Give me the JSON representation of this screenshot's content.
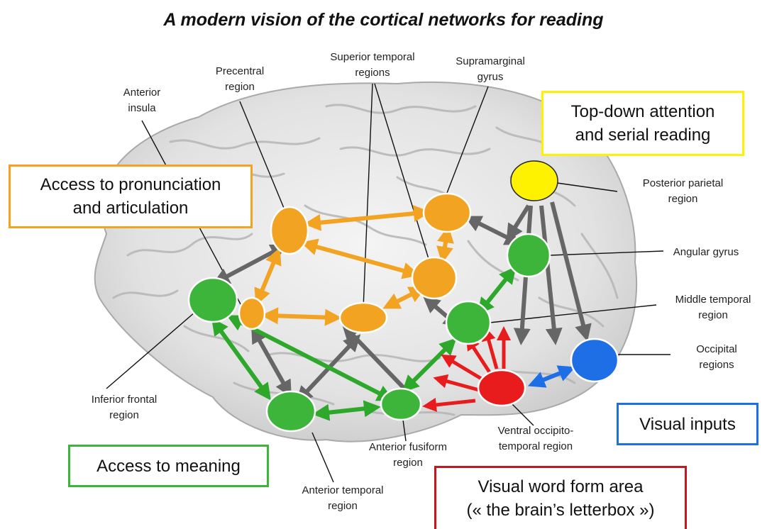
{
  "title": "A modern vision of the cortical networks for reading",
  "colors": {
    "pronunciation": "#F2A321",
    "meaning": "#3DB53A",
    "attention": "#FFF200",
    "visual_input": "#1E6FE6",
    "word_form": "#E81C1C",
    "connection": "#666666"
  },
  "boxes": {
    "pronunciation": {
      "line1": "Access to pronunciation",
      "line2": "and articulation"
    },
    "attention": {
      "line1": "Top-down attention",
      "line2": "and serial reading"
    },
    "meaning": {
      "line1": "Access to meaning"
    },
    "visual_inputs": {
      "line1": "Visual inputs"
    },
    "word_form": {
      "line1": "Visual word form area",
      "line2": "(« the brain’s letterbox »)"
    }
  },
  "labels": {
    "anterior_insula": {
      "line1": "Anterior",
      "line2": "insula"
    },
    "precentral": {
      "line1": "Precentral",
      "line2": "region"
    },
    "superior_temporal": {
      "line1": "Superior temporal",
      "line2": "regions"
    },
    "supramarginal": {
      "line1": "Supramarginal",
      "line2": "gyrus"
    },
    "posterior_parietal": {
      "line1": "Posterior parietal",
      "line2": "region"
    },
    "angular": {
      "line1": "Angular gyrus"
    },
    "middle_temporal": {
      "line1": "Middle temporal",
      "line2": "region"
    },
    "occipital": {
      "line1": "Occipital",
      "line2": "regions"
    },
    "inferior_frontal": {
      "line1": "Inferior frontal",
      "line2": "region"
    },
    "anterior_temporal": {
      "line1": "Anterior temporal",
      "line2": "region"
    },
    "anterior_fusiform": {
      "line1": "Anterior fusiform",
      "line2": "region"
    },
    "ventral_occipito": {
      "line1": "Ventral occipito-",
      "line2": "temporal region"
    }
  }
}
